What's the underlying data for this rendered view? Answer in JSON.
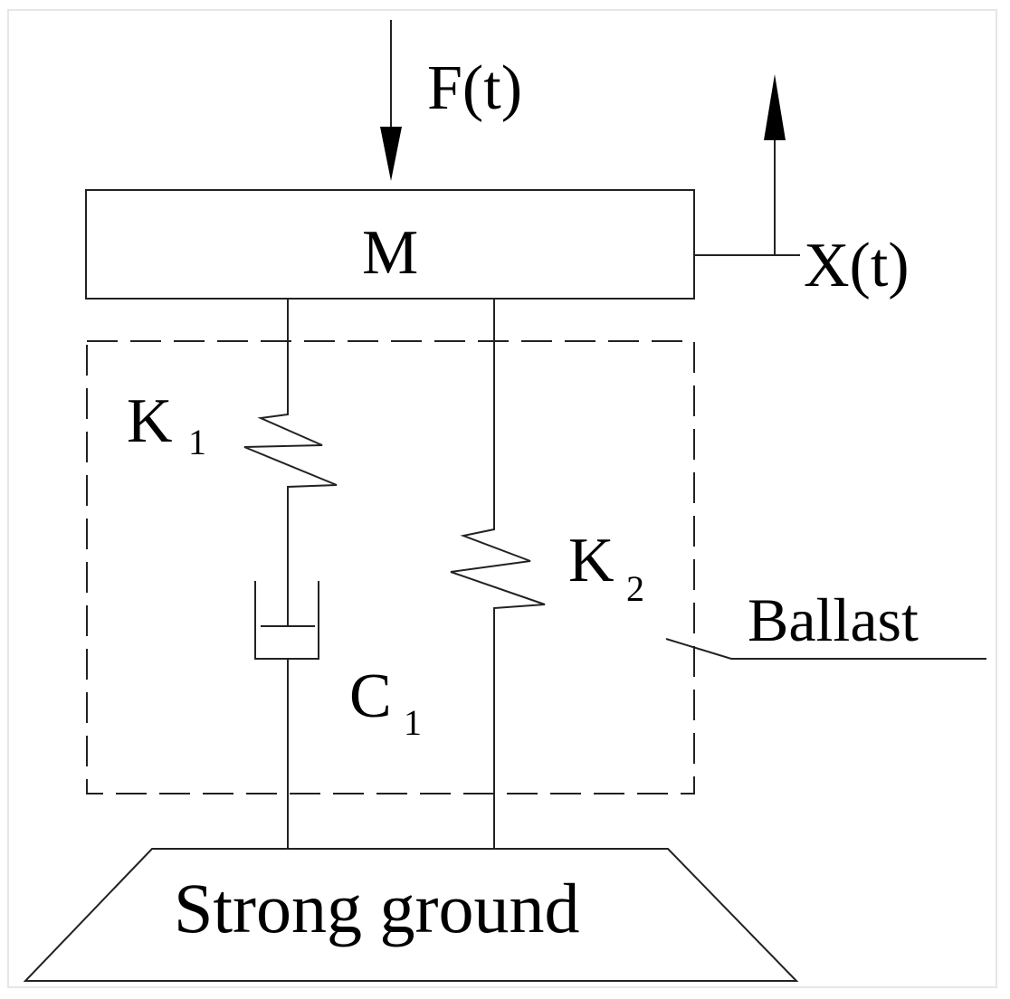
{
  "diagram": {
    "force_label": "F(t)",
    "displacement_label": "X(t)",
    "mass_label": "M",
    "spring1_label": "K",
    "spring1_subscript": "1",
    "spring2_label": "K",
    "spring2_subscript": "2",
    "damper_label": "C",
    "damper_subscript": "1",
    "ballast_label": "Ballast",
    "ground_label": "Strong ground",
    "colors": {
      "line": "#222222",
      "background": "#ffffff",
      "border": "#e6e6e6"
    }
  }
}
